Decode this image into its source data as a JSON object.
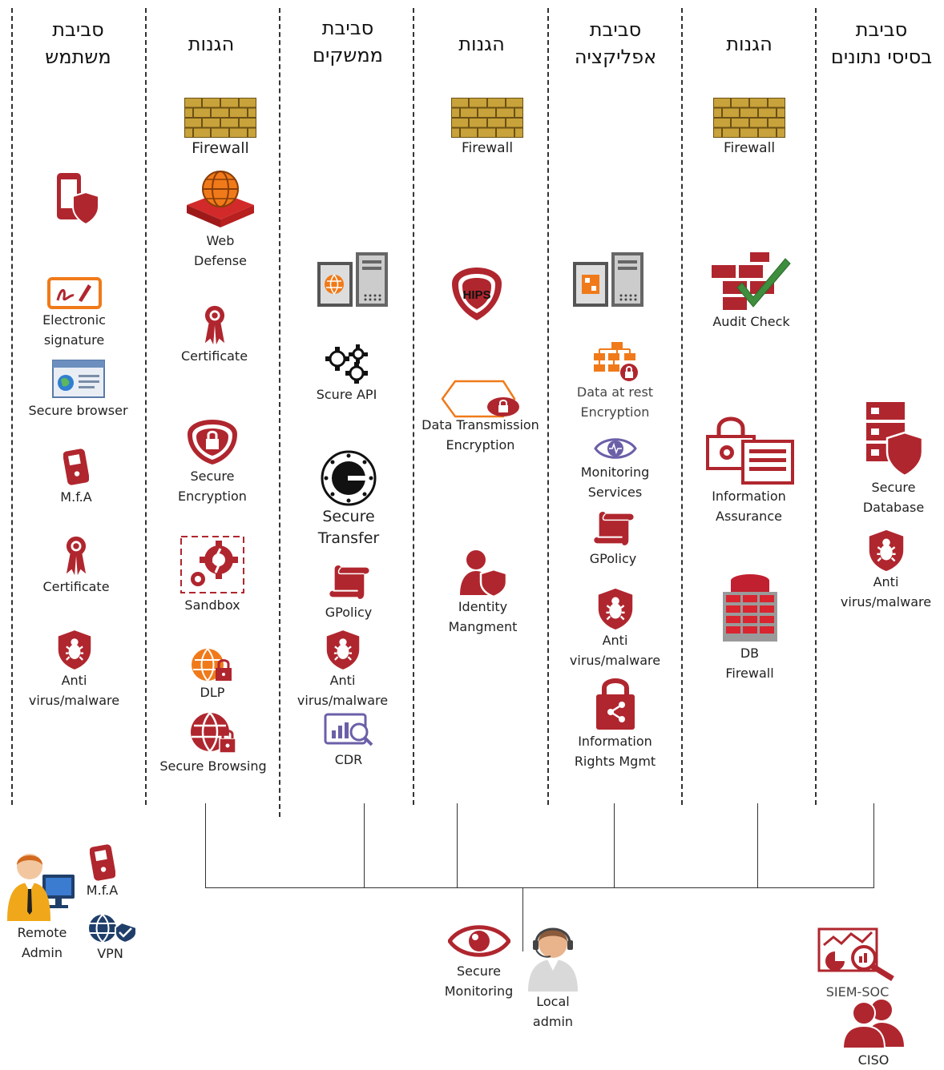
{
  "headers": {
    "user": "סביבת\nמשתמש",
    "def1": "הגנות",
    "infra": "סביבת\nממשקים",
    "def2": "הגנות",
    "app": "סביבת\nאפליקציה",
    "def3": "הגנות",
    "db": "סביבת\nבסיסי נתונים"
  },
  "user_env": {
    "electronic_signature": "Electronic\nsignature",
    "secure_browser": "Secure browser",
    "mfa": "M.f.A",
    "certificate": "Certificate",
    "antivirus": "Anti\nvirus/malware"
  },
  "def1": {
    "firewall": "Firewall",
    "web_defense": "Web\nDefense",
    "certificate": "Certificate",
    "secure_encryption": "Secure\nEncryption",
    "sandbox": "Sandbox",
    "dlp": "DLP",
    "secure_browsing": "Secure Browsing"
  },
  "infra_env": {
    "scure_api": "Scure API",
    "secure_transfer": "Secure\nTransfer",
    "gpolicy": "GPolicy",
    "antivirus": "Anti\nvirus/malware",
    "cdr": "CDR"
  },
  "def2": {
    "firewall": "Firewall",
    "hips": "HIPS",
    "data_transmission": "Data Transmission\nEncryption",
    "identity": "Identity\nMangment"
  },
  "app_env": {
    "data_at_rest": "Data at rest\nEncryption",
    "monitoring": "Monitoring\nServices",
    "gpolicy": "GPolicy",
    "antivirus": "Anti\nvirus/malware",
    "irm": "Information\nRights Mgmt"
  },
  "def3": {
    "firewall": "Firewall",
    "audit_check": "Audit Check",
    "information_assurance": "Information\nAssurance",
    "db_firewall": "DB\nFirewall"
  },
  "db_env": {
    "secure_database": "Secure\nDatabase",
    "antivirus": "Anti\nvirus/malware"
  },
  "bottom": {
    "remote_admin": "Remote\nAdmin",
    "mfa": "M.f.A",
    "vpn": "VPN",
    "secure_monitoring": "Secure\nMonitoring",
    "local_admin": "Local\nadmin",
    "siem_soc": "SIEM-SOC",
    "ciso": "CISO"
  },
  "colors": {
    "brand_red": "#b0262e",
    "firewall_gold": "#c8a23a",
    "orange": "#f07a1a",
    "dark": "#333333"
  }
}
